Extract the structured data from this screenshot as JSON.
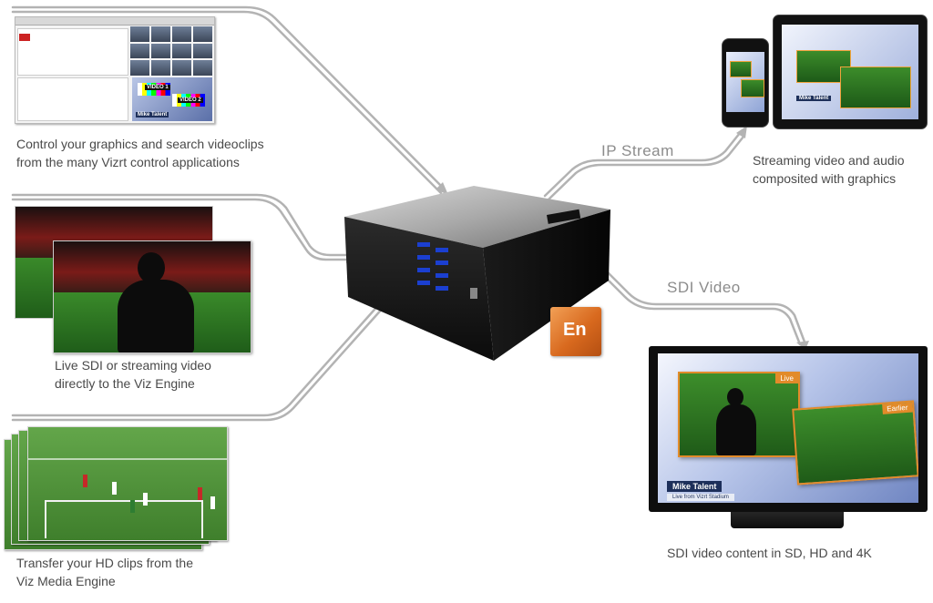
{
  "captions": {
    "control": [
      "Control your graphics and search videoclips",
      "from the many Vizrt control applications"
    ],
    "live": [
      "Live SDI or streaming video",
      "directly to the Viz Engine"
    ],
    "transfer": [
      "Transfer your HD clips from the",
      "Viz Media Engine"
    ],
    "streaming": [
      "Streaming video and audio",
      "composited with graphics"
    ],
    "sdi_output": "SDI video content in SD, HD and 4K"
  },
  "connection_labels": {
    "ip_stream": "IP Stream",
    "sdi_video": "SDI Video"
  },
  "control_app": {
    "video1_label": "VIDEO 1",
    "video2_label": "VIDEO 2",
    "lower_name": "Mike Talent"
  },
  "engine": {
    "logo_text": "En"
  },
  "tablet": {
    "lower_name": "Mike Talent"
  },
  "tv": {
    "panel1_tag": "Live",
    "panel2_tag": "Earlier",
    "lower_name": "Mike Talent",
    "lower_sub": "Live from Vizrt Stadium"
  },
  "colors": {
    "arrow": "#b3b3b3",
    "accent_orange": "#e28b2a",
    "lower_third_blue": "#1d2f5a"
  }
}
